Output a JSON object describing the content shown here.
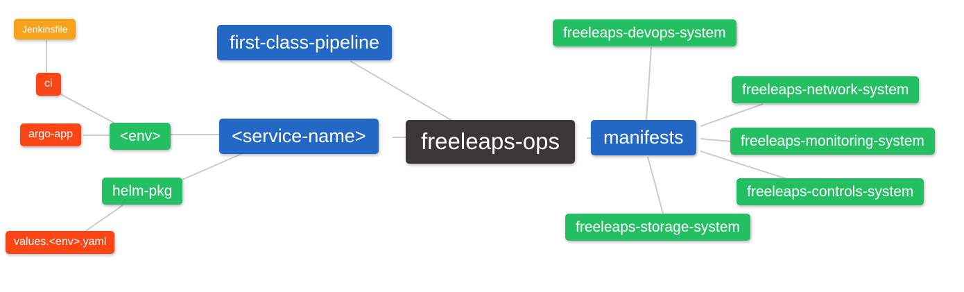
{
  "mindmap": {
    "root_label": "freeleaps-ops",
    "nodes": {
      "root": {
        "label": "freeleaps-ops",
        "color": "#3b3734"
      },
      "pipeline": {
        "label": "first-class-pipeline",
        "color": "#2268c4"
      },
      "service_name": {
        "label": "<service-name>",
        "color": "#2268c4"
      },
      "manifests": {
        "label": "manifests",
        "color": "#2268c4"
      },
      "env": {
        "label": "<env>",
        "color": "#23bf62"
      },
      "helm_pkg": {
        "label": "helm-pkg",
        "color": "#23bf62"
      },
      "ci": {
        "label": "ci",
        "color": "#fa4616"
      },
      "argo_app": {
        "label": "argo-app",
        "color": "#fa4616"
      },
      "jenkinsfile": {
        "label": "Jenkinsfile",
        "color": "#f6a21c"
      },
      "values_yaml": {
        "label": "values.<env>.yaml",
        "color": "#fa4616"
      },
      "devops": {
        "label": "freeleaps-devops-system",
        "color": "#23bf62"
      },
      "network": {
        "label": "freeleaps-network-system",
        "color": "#23bf62"
      },
      "monitoring": {
        "label": "freeleaps-monitoring-system",
        "color": "#23bf62"
      },
      "controls": {
        "label": "freeleaps-controls-system",
        "color": "#23bf62"
      },
      "storage": {
        "label": "freeleaps-storage-system",
        "color": "#23bf62"
      }
    },
    "edges": [
      [
        "jenkinsfile",
        "ci"
      ],
      [
        "ci",
        "env"
      ],
      [
        "argo_app",
        "env"
      ],
      [
        "env",
        "service_name"
      ],
      [
        "helm_pkg",
        "service_name"
      ],
      [
        "values_yaml",
        "helm_pkg"
      ],
      [
        "pipeline",
        "root"
      ],
      [
        "service_name",
        "root"
      ],
      [
        "root",
        "manifests"
      ],
      [
        "manifests",
        "devops"
      ],
      [
        "manifests",
        "network"
      ],
      [
        "manifests",
        "monitoring"
      ],
      [
        "manifests",
        "controls"
      ],
      [
        "manifests",
        "storage"
      ]
    ],
    "colors": {
      "root_bg": "#3b3734",
      "branch_bg": "#2268c4",
      "system_bg": "#23bf62",
      "leaf_bg": "#fa4616",
      "file_bg": "#f6a21c",
      "edge": "#cccccc",
      "text": "#ffffff",
      "background": "#ffffff"
    }
  }
}
